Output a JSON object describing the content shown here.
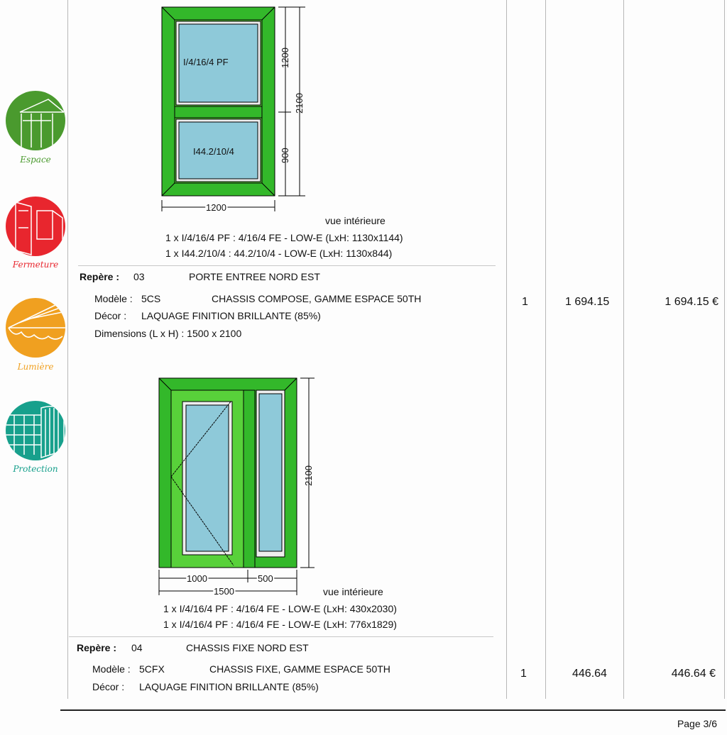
{
  "sidebar": {
    "items": [
      {
        "label": "Espace",
        "color": "#4a9a2e"
      },
      {
        "label": "Fermeture",
        "color": "#e8262e"
      },
      {
        "label": "Lumière",
        "color": "#f0a020"
      },
      {
        "label": "Protection",
        "color": "#17a08c"
      }
    ]
  },
  "item02": {
    "drawing": {
      "glass_top": "I/4/16/4 PF",
      "glass_bottom": "I44.2/10/4",
      "dim_top": "1200",
      "dim_total": "2100",
      "dim_bottom": "900",
      "dim_width": "1200"
    },
    "view": "vue intérieure",
    "glazing": [
      "1 x I/4/16/4 PF : 4/16/4 FE - LOW-E (LxH: 1130x1144)",
      "1 x I44.2/10/4 :  44.2/10/4 - LOW-E (LxH: 1130x844)"
    ]
  },
  "item03": {
    "repere_label": "Repère :",
    "repere": "03",
    "title": "PORTE ENTREE NORD EST",
    "modele_label": "Modèle :",
    "modele_code": "5CS",
    "modele_desc": "CHASSIS COMPOSE, GAMME ESPACE 50TH",
    "decor_label": "Décor :",
    "decor": "LAQUAGE FINITION BRILLANTE (85%)",
    "dimensions": "Dimensions (L x H) : 1500 x 2100",
    "qty": "1",
    "unit_price": "1 694.15",
    "total": "1 694.15 €",
    "drawing": {
      "dim_height": "2100",
      "dim_left": "1000",
      "dim_right": "500",
      "dim_total": "1500"
    },
    "view": "vue intérieure",
    "glazing": [
      "1 x I/4/16/4 PF : 4/16/4 FE - LOW-E (LxH: 430x2030)",
      "1 x I/4/16/4 PF : 4/16/4 FE - LOW-E (LxH: 776x1829)"
    ]
  },
  "item04": {
    "repere_label": "Repère :",
    "repere": "04",
    "title": "CHASSIS FIXE NORD EST",
    "modele_label": "Modèle :",
    "modele_code": "5CFX",
    "modele_desc": "CHASSIS FIXE, GAMME ESPACE 50TH",
    "decor_label": "Décor :",
    "decor": "LAQUAGE FINITION BRILLANTE (85%)",
    "qty": "1",
    "unit_price": "446.64",
    "total": "446.64 €"
  },
  "footer": {
    "page": "Page  3/6"
  }
}
